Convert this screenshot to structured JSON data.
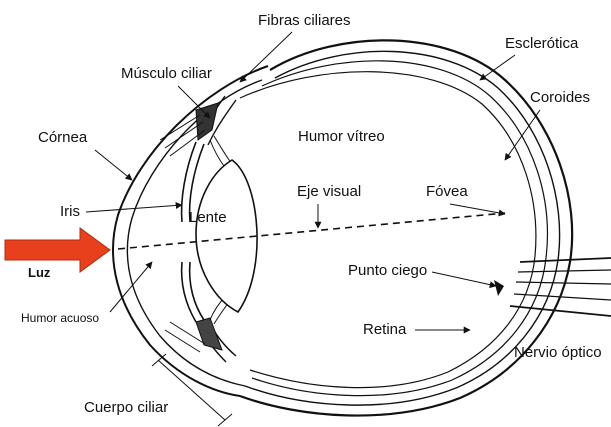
{
  "labels": {
    "fibras_ciliares": "Fibras ciliares",
    "musculo_ciliar": "Músculo ciliar",
    "esclerotica": "Esclerótica",
    "coroides": "Coroides",
    "cornea": "Córnea",
    "humor_vitreo": "Humor vítreo",
    "eje_visual": "Eje visual",
    "fovea": "Fóvea",
    "iris": "Iris",
    "lente": "Lente",
    "luz": "Luz",
    "punto_ciego": "Punto ciego",
    "humor_acuoso": "Humor acuoso",
    "retina": "Retina",
    "nervio_optico": "Nervio óptico",
    "cuerpo_ciliar": "Cuerpo ciliar"
  },
  "colors": {
    "arrow": "#e8401c",
    "line": "#111111"
  }
}
